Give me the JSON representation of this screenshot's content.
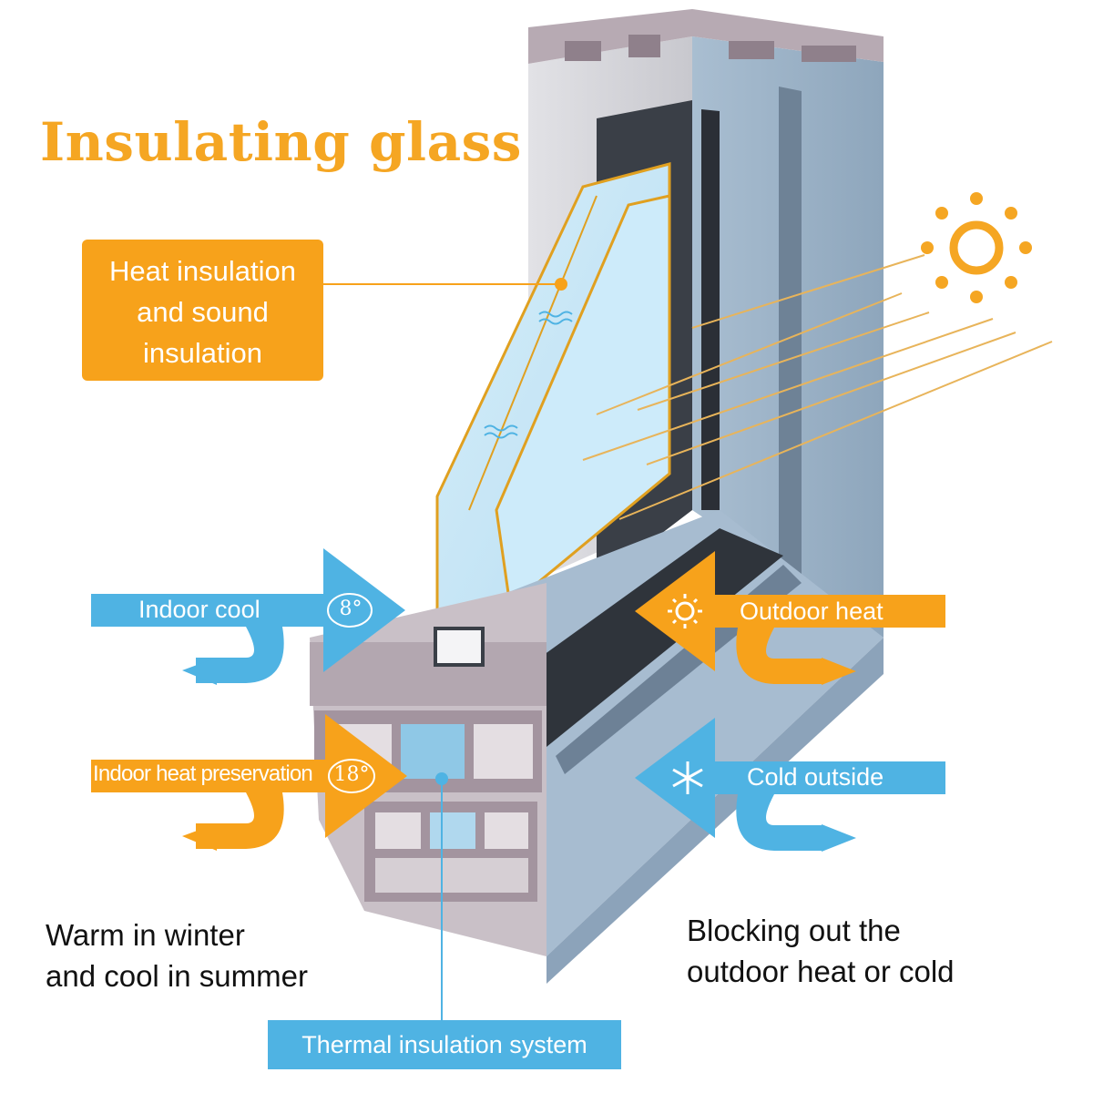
{
  "title": "Insulating glass",
  "callout": {
    "lines": [
      "Heat insulation",
      "and sound",
      "insulation"
    ]
  },
  "arrows": {
    "indoor_cool": {
      "label": "Indoor cool",
      "temperature": "8°"
    },
    "indoor_heat": {
      "label": "Indoor heat preservation",
      "temperature": "18°"
    },
    "outdoor_heat": {
      "label": "Outdoor heat",
      "icon": "sun-icon"
    },
    "cold_outside": {
      "label": "Cold outside",
      "icon": "snowflake-icon"
    }
  },
  "captions": {
    "left": [
      "Warm in winter",
      "and cool in summer"
    ],
    "right": [
      "Blocking out the",
      "outdoor heat or cold"
    ]
  },
  "system_label": "Thermal insulation system",
  "colors": {
    "orange": "#F7A21B",
    "title_orange": "#F5A623",
    "blue": "#4FB3E3",
    "frame_blue": "#9FB7CC",
    "glass": "#C9E6F5",
    "profile_mauve": "#A3949F"
  },
  "icons": [
    "sun-icon",
    "snowflake-icon",
    "wave-icon"
  ]
}
